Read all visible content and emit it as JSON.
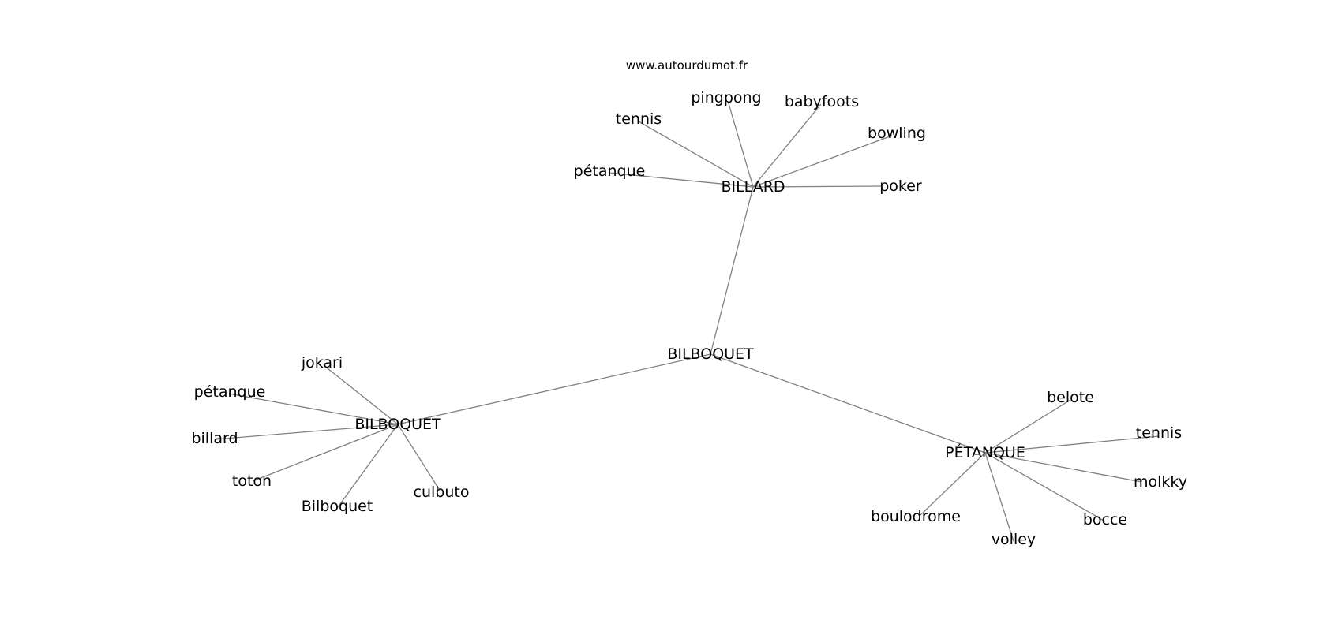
{
  "watermark": "www.autourdumot.fr",
  "graph": {
    "center": {
      "label": "BILBOQUET"
    },
    "clusters": [
      {
        "id": "billard",
        "label": "BILLARD",
        "leaves": [
          "pingpong",
          "babyfoots",
          "tennis",
          "bowling",
          "pétanque",
          "poker"
        ]
      },
      {
        "id": "bilboquet",
        "label": "BILBOQUET",
        "leaves": [
          "jokari",
          "pétanque",
          "billard",
          "toton",
          "Bilboquet",
          "culbuto"
        ]
      },
      {
        "id": "petanque",
        "label": "PÉTANQUE",
        "leaves": [
          "belote",
          "tennis",
          "molkky",
          "boulodrome",
          "bocce",
          "volley"
        ]
      }
    ]
  }
}
